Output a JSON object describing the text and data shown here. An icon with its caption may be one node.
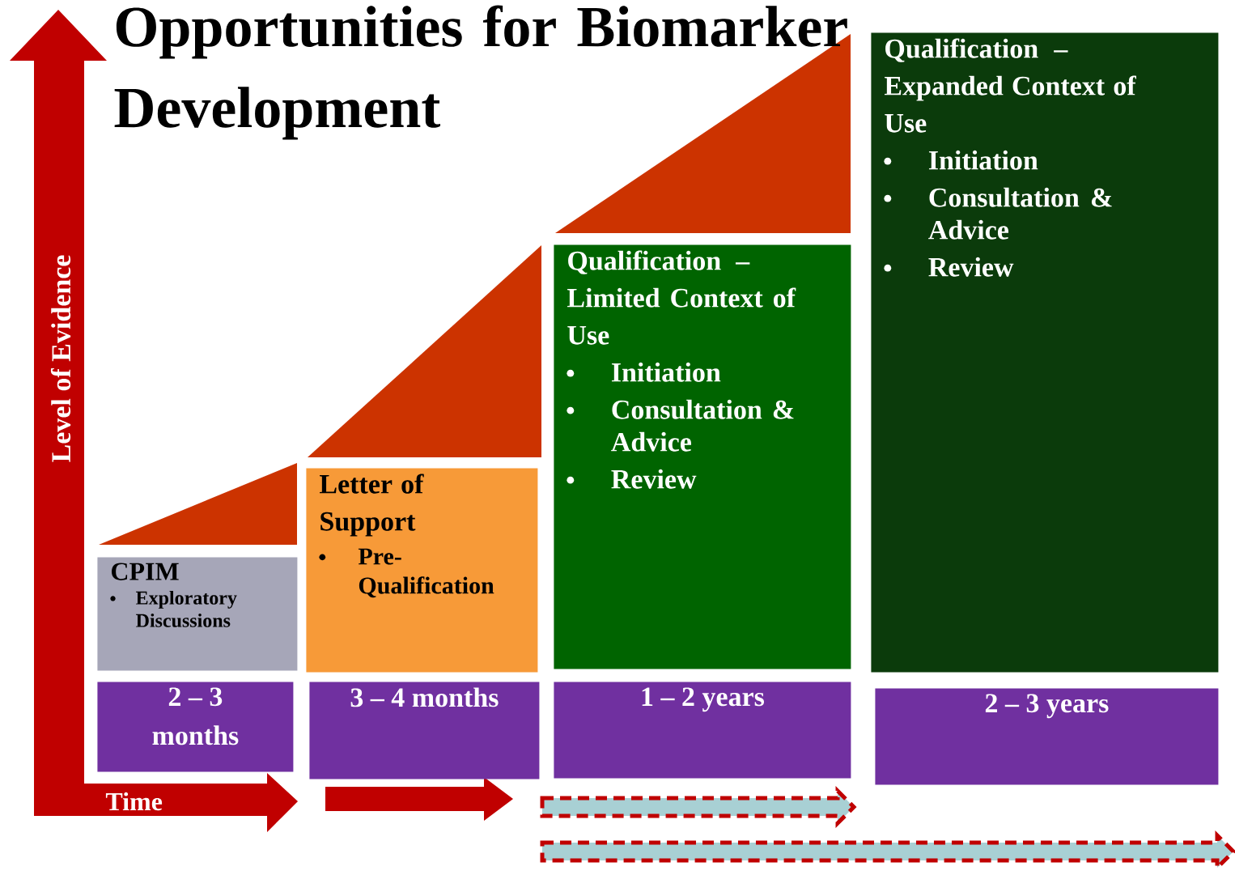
{
  "diagram": {
    "title": "Opportunities for Biomarker Development",
    "nodes": [
      {
        "text": [
          "CPIM",
          "Exploratory Discussions"
        ]
      },
      {
        "text": [
          "2 – 3 months"
        ]
      },
      {
        "text": [
          "Letter of Support",
          "Pre-Qualification"
        ]
      },
      {
        "text": [
          "3 – 4 months"
        ]
      },
      {
        "text": [
          "Qualification – Limited Context of Use",
          "Initiation",
          "Consultation & Advice",
          "Review"
        ]
      },
      {
        "text": [
          "1 – 2 years"
        ]
      },
      {
        "text": [
          "Qualification – Expanded Context of Use",
          "Initiation",
          "Consultation & Advice",
          "Review"
        ]
      },
      {
        "text": [
          "2 – 3 years"
        ]
      }
    ],
    "labels": [
      "Level of Evidence",
      "Time"
    ]
  }
}
